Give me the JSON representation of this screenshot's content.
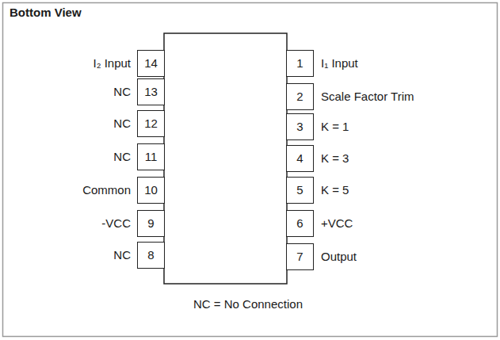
{
  "diagram": {
    "title": "Bottom View",
    "caption": "NC = No Connection",
    "nodes": [
      {
        "text": [
          "14"
        ]
      },
      {
        "text": [
          "1"
        ]
      },
      {
        "text": [
          "13"
        ]
      },
      {
        "text": [
          "2"
        ]
      },
      {
        "text": [
          "12"
        ]
      },
      {
        "text": [
          "3"
        ]
      },
      {
        "text": [
          "11"
        ]
      },
      {
        "text": [
          "4"
        ]
      },
      {
        "text": [
          "10"
        ]
      },
      {
        "text": [
          "5"
        ]
      },
      {
        "text": [
          "9"
        ]
      },
      {
        "text": [
          "6"
        ]
      },
      {
        "text": [
          "8"
        ]
      },
      {
        "text": [
          "7"
        ]
      }
    ],
    "labels": [
      "I₂ Input",
      "I₁ Input",
      "NC",
      "Scale Factor Trim",
      "NC",
      "K = 1",
      "NC",
      "K = 3",
      "Common",
      "K = 5",
      "-VCC",
      "+VCC",
      "NC",
      "Output"
    ]
  }
}
